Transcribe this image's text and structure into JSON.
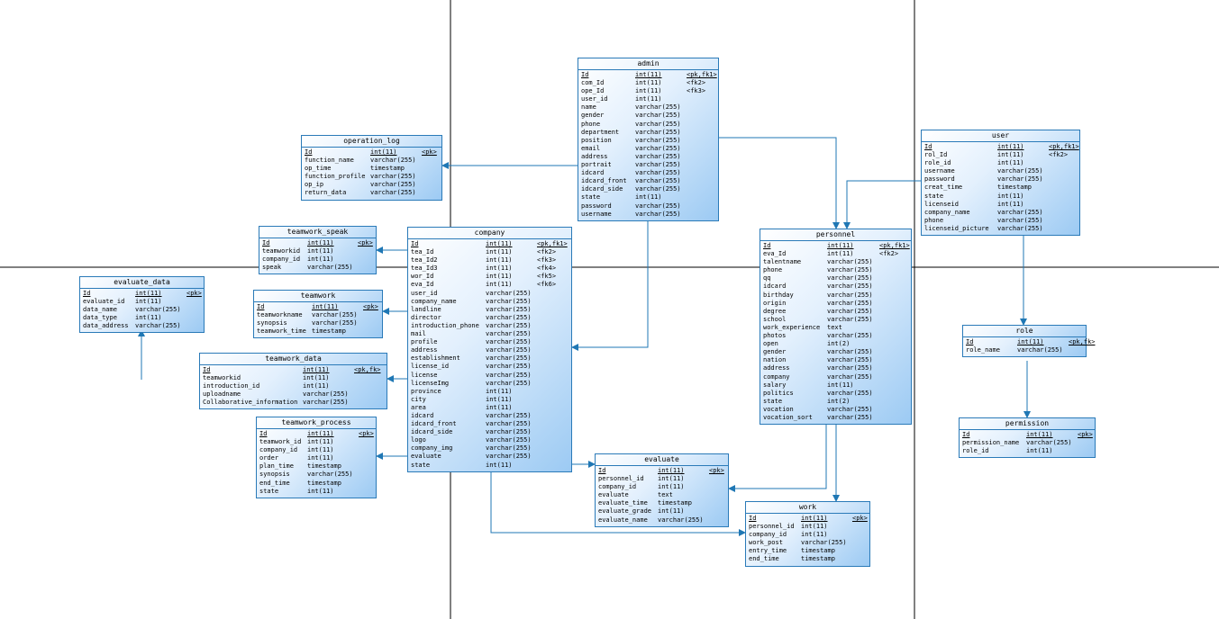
{
  "diagram": {
    "tables": {
      "admin": {
        "title": "admin",
        "columns": [
          [
            "Id",
            "int(11)",
            "<pk,fk1>"
          ],
          [
            "com_Id",
            "int(11)",
            "<fk2>"
          ],
          [
            "ope_Id",
            "int(11)",
            "<fk3>"
          ],
          [
            "user_id",
            "int(11)",
            ""
          ],
          [
            "name",
            "varchar(255)",
            ""
          ],
          [
            "gender",
            "varchar(255)",
            ""
          ],
          [
            "phone",
            "varchar(255)",
            ""
          ],
          [
            "department",
            "varchar(255)",
            ""
          ],
          [
            "position",
            "varchar(255)",
            ""
          ],
          [
            "email",
            "varchar(255)",
            ""
          ],
          [
            "address",
            "varchar(255)",
            ""
          ],
          [
            "portrait",
            "varchar(255)",
            ""
          ],
          [
            "idcard",
            "varchar(255)",
            ""
          ],
          [
            "idcard_front",
            "varchar(255)",
            ""
          ],
          [
            "idcard_side",
            "varchar(255)",
            ""
          ],
          [
            "state",
            "int(11)",
            ""
          ],
          [
            "password",
            "varchar(255)",
            ""
          ],
          [
            "username",
            "varchar(255)",
            ""
          ]
        ]
      },
      "operation_log": {
        "title": "operation_log",
        "columns": [
          [
            "Id",
            "int(11)",
            "<pk>"
          ],
          [
            "function_name",
            "varchar(255)",
            ""
          ],
          [
            "op_time",
            "timestamp",
            ""
          ],
          [
            "function_profile",
            "varchar(255)",
            ""
          ],
          [
            "op_ip",
            "varchar(255)",
            ""
          ],
          [
            "return_data",
            "varchar(255)",
            ""
          ]
        ]
      },
      "user": {
        "title": "user",
        "columns": [
          [
            "Id",
            "int(11)",
            "<pk,fk1>"
          ],
          [
            "rol_Id",
            "int(11)",
            "<fk2>"
          ],
          [
            "role_id",
            "int(11)",
            ""
          ],
          [
            "username",
            "varchar(255)",
            ""
          ],
          [
            "password",
            "varchar(255)",
            ""
          ],
          [
            "creat_time",
            "timestamp",
            ""
          ],
          [
            "state",
            "int(11)",
            ""
          ],
          [
            "licenseid",
            "int(11)",
            ""
          ],
          [
            "company_name",
            "varchar(255)",
            ""
          ],
          [
            "phone",
            "varchar(255)",
            ""
          ],
          [
            "licenseid_picture",
            "varchar(255)",
            ""
          ]
        ]
      },
      "teamwork_speak": {
        "title": "teamwork_speak",
        "columns": [
          [
            "Id",
            "int(11)",
            "<pk>"
          ],
          [
            "teamworkid",
            "int(11)",
            ""
          ],
          [
            "company_id",
            "int(11)",
            ""
          ],
          [
            "speak",
            "varchar(255)",
            ""
          ]
        ]
      },
      "company": {
        "title": "company",
        "columns": [
          [
            "Id",
            "int(11)",
            "<pk,fk1>"
          ],
          [
            "tea_Id",
            "int(11)",
            "<fk2>"
          ],
          [
            "tea_Id2",
            "int(11)",
            "<fk3>"
          ],
          [
            "tea_Id3",
            "int(11)",
            "<fk4>"
          ],
          [
            "wor_Id",
            "int(11)",
            "<fk5>"
          ],
          [
            "eva_Id",
            "int(11)",
            "<fk6>"
          ],
          [
            "user_id",
            "varchar(255)",
            ""
          ],
          [
            "company_name",
            "varchar(255)",
            ""
          ],
          [
            "landline",
            "varchar(255)",
            ""
          ],
          [
            "director",
            "varchar(255)",
            ""
          ],
          [
            "introduction_phone",
            "varchar(255)",
            ""
          ],
          [
            "mail",
            "varchar(255)",
            ""
          ],
          [
            "profile",
            "varchar(255)",
            ""
          ],
          [
            "address",
            "varchar(255)",
            ""
          ],
          [
            "establishment",
            "varchar(255)",
            ""
          ],
          [
            "license_id",
            "varchar(255)",
            ""
          ],
          [
            "license",
            "varchar(255)",
            ""
          ],
          [
            "licenseImg",
            "varchar(255)",
            ""
          ],
          [
            "province",
            "int(11)",
            ""
          ],
          [
            "city",
            "int(11)",
            ""
          ],
          [
            "area",
            "int(11)",
            ""
          ],
          [
            "idcard",
            "varchar(255)",
            ""
          ],
          [
            "idcard_front",
            "varchar(255)",
            ""
          ],
          [
            "idcard_side",
            "varchar(255)",
            ""
          ],
          [
            "logo",
            "varchar(255)",
            ""
          ],
          [
            "company_img",
            "varchar(255)",
            ""
          ],
          [
            "evaluate",
            "varchar(255)",
            ""
          ],
          [
            "state",
            "int(11)",
            ""
          ]
        ]
      },
      "personnel": {
        "title": "personnel",
        "columns": [
          [
            "Id",
            "int(11)",
            "<pk,fk1>"
          ],
          [
            "eva_Id",
            "int(11)",
            "<fk2>"
          ],
          [
            "talentname",
            "varchar(255)",
            ""
          ],
          [
            "phone",
            "varchar(255)",
            ""
          ],
          [
            "qq",
            "varchar(255)",
            ""
          ],
          [
            "idcard",
            "varchar(255)",
            ""
          ],
          [
            "birthday",
            "varchar(255)",
            ""
          ],
          [
            "origin",
            "varchar(255)",
            ""
          ],
          [
            "degree",
            "varchar(255)",
            ""
          ],
          [
            "school",
            "varchar(255)",
            ""
          ],
          [
            "work_experience",
            "text",
            ""
          ],
          [
            "photos",
            "varchar(255)",
            ""
          ],
          [
            "open",
            "int(2)",
            ""
          ],
          [
            "gender",
            "varchar(255)",
            ""
          ],
          [
            "nation",
            "varchar(255)",
            ""
          ],
          [
            "address",
            "varchar(255)",
            ""
          ],
          [
            "company",
            "varchar(255)",
            ""
          ],
          [
            "salary",
            "int(11)",
            ""
          ],
          [
            "politics",
            "varchar(255)",
            ""
          ],
          [
            "state",
            "int(2)",
            ""
          ],
          [
            "vocation",
            "varchar(255)",
            ""
          ],
          [
            "vocation_sort",
            "varchar(255)",
            ""
          ]
        ]
      },
      "evaluate_data": {
        "title": "evaluate_data",
        "columns": [
          [
            "Id",
            "int(11)",
            "<pk>"
          ],
          [
            "evaluate_id",
            "int(11)",
            ""
          ],
          [
            "data_name",
            "varchar(255)",
            ""
          ],
          [
            "data_type",
            "int(11)",
            ""
          ],
          [
            "data_address",
            "varchar(255)",
            ""
          ]
        ]
      },
      "teamwork": {
        "title": "teamwork",
        "columns": [
          [
            "Id",
            "int(11)",
            "<pk>"
          ],
          [
            "teamworkname",
            "varchar(255)",
            ""
          ],
          [
            "synopsis",
            "varchar(255)",
            ""
          ],
          [
            "teamwork_time",
            "timestamp",
            ""
          ]
        ]
      },
      "teamwork_data": {
        "title": "teamwork_data",
        "columns": [
          [
            "Id",
            "int(11)",
            "<pk,fk>"
          ],
          [
            "teamworkid",
            "int(11)",
            ""
          ],
          [
            "introduction_id",
            "int(11)",
            ""
          ],
          [
            "uploadname",
            "varchar(255)",
            ""
          ],
          [
            "Collaborative_information",
            "varchar(255)",
            ""
          ]
        ]
      },
      "teamwork_process": {
        "title": "teamwork_process",
        "columns": [
          [
            "Id",
            "int(11)",
            "<pk>"
          ],
          [
            "teamwork_id",
            "int(11)",
            ""
          ],
          [
            "company_id",
            "int(11)",
            ""
          ],
          [
            "order",
            "int(11)",
            ""
          ],
          [
            "plan_time",
            "timestamp",
            ""
          ],
          [
            "synopsis",
            "varchar(255)",
            ""
          ],
          [
            "end_time",
            "timestamp",
            ""
          ],
          [
            "state",
            "int(11)",
            ""
          ]
        ]
      },
      "role": {
        "title": "role",
        "columns": [
          [
            "Id",
            "int(11)",
            "<pk,fk>"
          ],
          [
            "role_name",
            "varchar(255)",
            ""
          ]
        ]
      },
      "permission": {
        "title": "permission",
        "columns": [
          [
            "Id",
            "int(11)",
            "<pk>"
          ],
          [
            "permission_name",
            "varchar(255)",
            ""
          ],
          [
            "role_id",
            "int(11)",
            ""
          ]
        ]
      },
      "evaluate": {
        "title": "evaluate",
        "columns": [
          [
            "Id",
            "int(11)",
            "<pk>"
          ],
          [
            "personnel_id",
            "int(11)",
            ""
          ],
          [
            "company_id",
            "int(11)",
            ""
          ],
          [
            "evaluate",
            "text",
            ""
          ],
          [
            "evaluate_time",
            "timestamp",
            ""
          ],
          [
            "evaluate_grade",
            "int(11)",
            ""
          ],
          [
            "evaluate_name",
            "varchar(255)",
            ""
          ]
        ]
      },
      "work": {
        "title": "work",
        "columns": [
          [
            "Id",
            "int(11)",
            "<pk>"
          ],
          [
            "personnel_id",
            "int(11)",
            ""
          ],
          [
            "company_id",
            "int(11)",
            ""
          ],
          [
            "work_post",
            "varchar(255)",
            ""
          ],
          [
            "entry_time",
            "timestamp",
            ""
          ],
          [
            "end_time",
            "timestamp",
            ""
          ]
        ]
      }
    },
    "colors": {
      "border": "#2a7ab8",
      "connector": "#1f77b4",
      "gridline": "#000000"
    }
  }
}
